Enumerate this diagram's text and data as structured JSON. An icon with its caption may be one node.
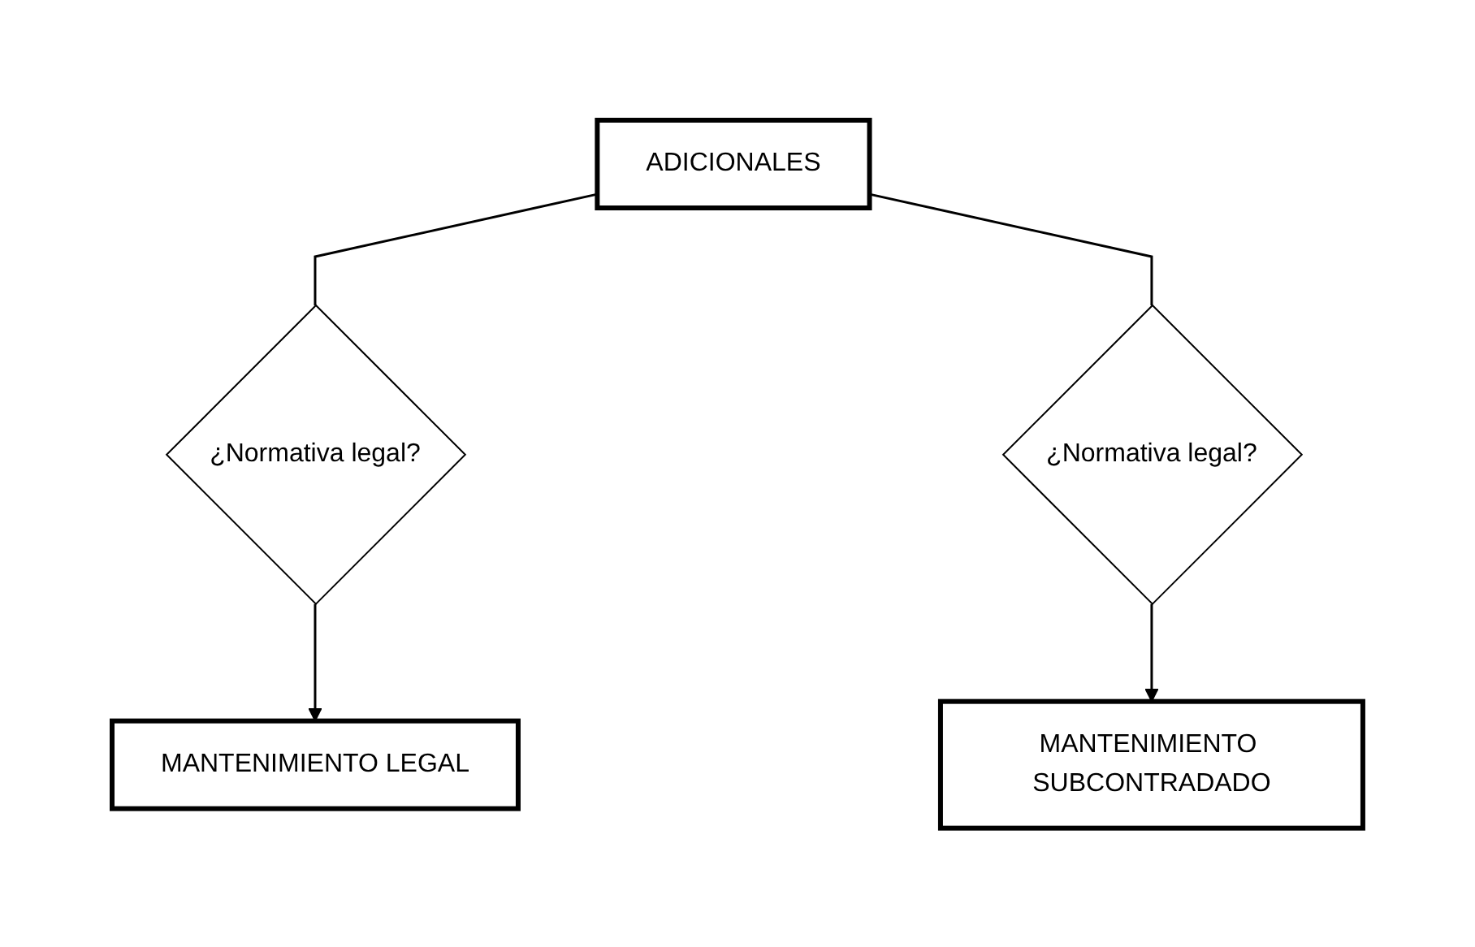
{
  "diagram": {
    "nodes": [
      {
        "text": [
          "ADICIONALES"
        ]
      },
      {
        "text": [
          "¿Normativa legal?"
        ]
      },
      {
        "text": [
          "¿Normativa legal?"
        ]
      },
      {
        "text": [
          "MANTENIMIENTO LEGAL"
        ]
      },
      {
        "text": [
          "MANTENIMIENTO SUBCONTRADADO"
        ]
      }
    ],
    "edges": [
      {
        "from": 0,
        "to": 1,
        "arrow": "none"
      },
      {
        "from": 0,
        "to": 2,
        "arrow": "none"
      },
      {
        "from": 1,
        "to": 3,
        "arrow": "to"
      },
      {
        "from": 2,
        "to": 4,
        "arrow": "to"
      }
    ]
  }
}
